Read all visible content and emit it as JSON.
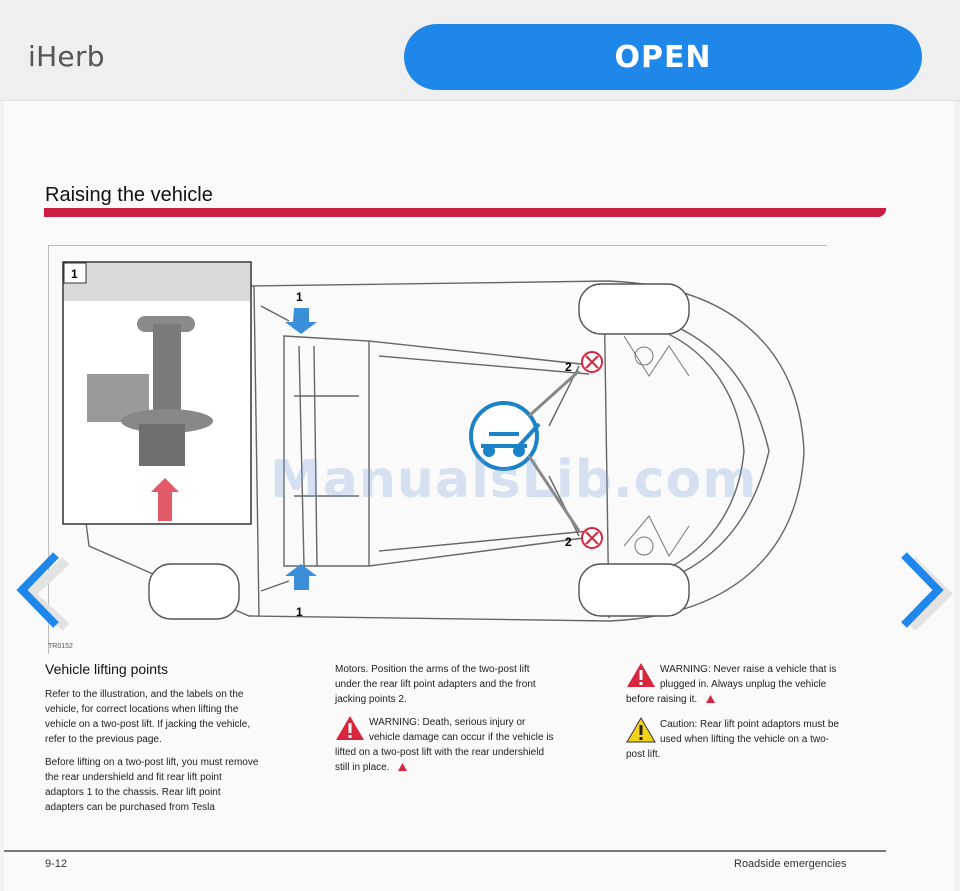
{
  "topbar": {
    "brand": "iHerb",
    "open_label": "OPEN"
  },
  "section": {
    "title": "Raising the vehicle"
  },
  "figure": {
    "inset_label": "1",
    "callout_1": "1",
    "callout_2": "2",
    "code": "TR0152",
    "watermark": "ManualsLib.com"
  },
  "col1": {
    "heading": "Vehicle lifting points",
    "p1": "Refer to the illustration, and the labels on the vehicle, for correct locations when lifting the vehicle on a two-post lift. If jacking the vehicle, refer to the previous page.",
    "p2": "Before lifting on a two-post lift, you must remove the rear undershield and fit rear lift point adaptors 1 to the chassis. Rear lift point adapters can be purchased from Tesla"
  },
  "col2": {
    "p1": "Motors. Position the arms of the two-post lift under the rear lift point adapters and the front jacking points 2.",
    "warning": "WARNING: Death, serious injury or vehicle damage can occur if the vehicle is lifted on a two-post lift with the rear undershield still in place."
  },
  "col3": {
    "warning": "WARNING: Never raise a vehicle that is plugged in. Always unplug the vehicle before raising it.",
    "caution": "Caution: Rear lift point adaptors must be used when lifting the vehicle on a two-post lift."
  },
  "footer": {
    "page": "9-12",
    "chapter": "Roadside emergencies"
  },
  "colors": {
    "accent_blue": "#1f86ea",
    "rule_red": "#cc1e44",
    "warning_red": "#d7263d",
    "caution_yellow": "#f2d21b"
  }
}
